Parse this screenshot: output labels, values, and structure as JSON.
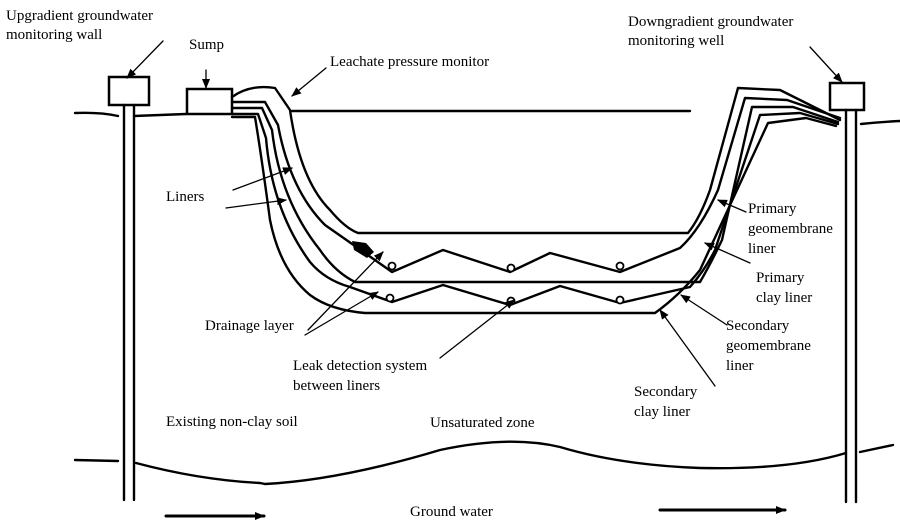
{
  "title": "Double-lined landfill cross-section",
  "labels": {
    "upgradient_well_1": "Upgradient groundwater",
    "upgradient_well_2": "monitoring wall",
    "sump": "Sump",
    "leachate_monitor": "Leachate pressure monitor",
    "downgradient_well_1": "Downgradient groundwater",
    "downgradient_well_2": "monitoring well",
    "liners": "Liners",
    "primary_geomembrane_1": "Primary",
    "primary_geomembrane_2": "geomembrane",
    "primary_geomembrane_3": "liner",
    "primary_clay_1": "Primary",
    "primary_clay_2": "clay liner",
    "secondary_geomembrane_1": "Secondary",
    "secondary_geomembrane_2": "geomembrane",
    "secondary_geomembrane_3": "liner",
    "secondary_clay_1": "Secondary",
    "secondary_clay_2": "clay liner",
    "drainage_layer": "Drainage layer",
    "leak_detection_1": "Leak detection system",
    "leak_detection_2": "between liners",
    "existing_soil": "Existing non-clay soil",
    "unsaturated_zone": "Unsaturated zone",
    "ground_water": "Ground water"
  }
}
